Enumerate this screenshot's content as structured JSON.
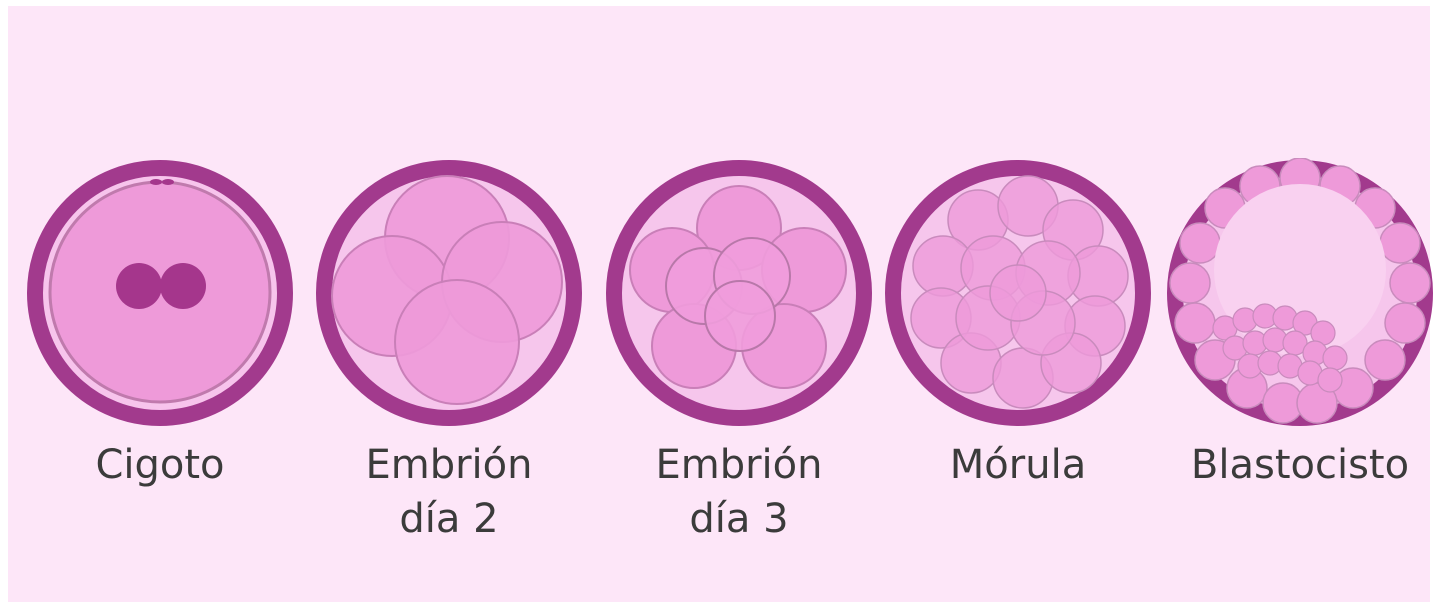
{
  "stages": [
    {
      "id": "cigoto",
      "label": "Cigoto",
      "sublabel": ""
    },
    {
      "id": "dia2",
      "label": "Embrión",
      "sublabel": "día 2"
    },
    {
      "id": "dia3",
      "label": "Embrión",
      "sublabel": "día 3"
    },
    {
      "id": "morula",
      "label": "Mórula",
      "sublabel": ""
    },
    {
      "id": "blasto",
      "label": "Blastocisto",
      "sublabel": ""
    }
  ],
  "colors": {
    "background": "#fde6f8",
    "ring": "#a23a8d",
    "cell": "#ee9ad9",
    "cell_stroke": "#c97fb8",
    "nucleus": "#a5368c",
    "text": "#3b3b3b"
  }
}
